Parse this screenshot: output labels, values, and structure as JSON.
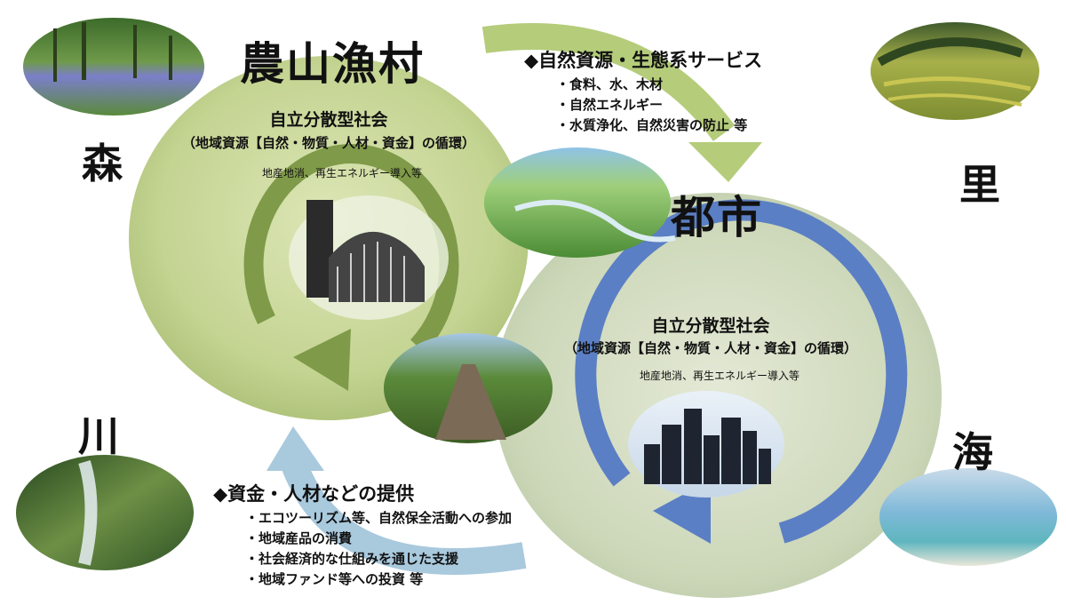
{
  "rural": {
    "title": "農山漁村",
    "society_title": "自立分散型社会",
    "society_sub": "（地域資源【自然・物質・人材・資金】の循環）",
    "note": "地産地消、再生エネルギー導入等"
  },
  "urban": {
    "title": "都市",
    "society_title": "自立分散型社会",
    "society_sub": "（地域資源【自然・物質・人材・資金】の循環）",
    "note": "地産地消、再生エネルギー導入等"
  },
  "places": {
    "forest": "森",
    "village": "里",
    "river": "川",
    "sea": "海"
  },
  "ecosystem_services": {
    "heading": "◆自然資源・生態系サービス",
    "items": [
      "・食料、水、木材",
      "・自然エネルギー",
      "・水質浄化、自然災害の防止  等"
    ]
  },
  "support": {
    "heading": "◆資金・人材などの提供",
    "items": [
      "・エコツーリズム等、自然保全活動への参加",
      "・地域産品の消費",
      "・社会経済的な仕組みを通じた支援",
      "・地域ファンド等への投資  等"
    ]
  },
  "colors": {
    "rural_ellipse": "#c9d79a",
    "urban_ellipse": "#d4dcc0",
    "green_arrow": "#7f9a48",
    "blue_arrow": "#5b7fc4",
    "light_green_arrow": "#b5cc7a",
    "light_blue_arrow": "#a9c9dd"
  }
}
